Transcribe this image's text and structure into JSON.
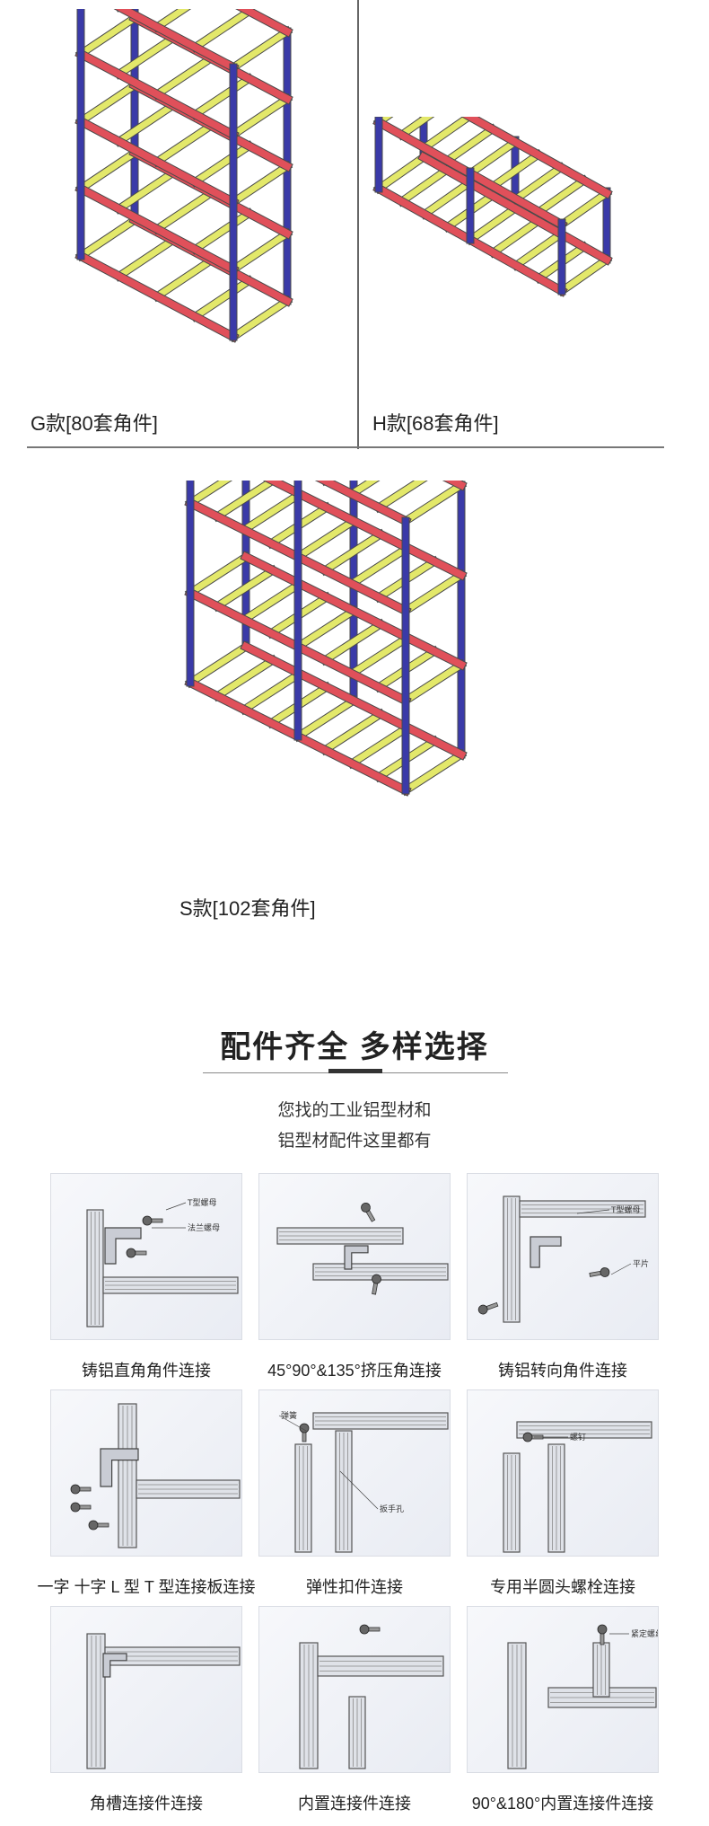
{
  "shelves": {
    "g": {
      "caption": "G款[80套角件]"
    },
    "h": {
      "caption": "H款[68套角件]"
    },
    "s": {
      "caption": "S款[102套角件]"
    }
  },
  "section": {
    "title": "配件齐全  多样选择",
    "subtitle_line1": "您找的工业铝型材和",
    "subtitle_line2": "铝型材配件这里都有"
  },
  "connectors": [
    {
      "label": "铸铝直角角件连接",
      "callouts": [
        "T型螺母",
        "法兰螺母"
      ]
    },
    {
      "label": "45°90°&135°挤压角连接",
      "callouts": []
    },
    {
      "label": "铸铝转向角件连接",
      "callouts": [
        "T型螺母",
        "平片"
      ]
    },
    {
      "label": "一字 十字 L 型 T 型连接板连接",
      "callouts": []
    },
    {
      "label": "弹性扣件连接",
      "callouts": [
        "弹簧",
        "扳手孔"
      ]
    },
    {
      "label": "专用半圆头螺栓连接",
      "callouts": [
        "螺钉"
      ]
    },
    {
      "label": "角槽连接件连接",
      "callouts": []
    },
    {
      "label": "内置连接件连接",
      "callouts": []
    },
    {
      "label": "90°&180°内置连接件连接",
      "callouts": [
        "紧定螺丝"
      ]
    }
  ],
  "colors": {
    "post": "#3a3aa8",
    "beam": "#e0505a",
    "cross": "#e3e86a",
    "frame_stroke": "#555555"
  }
}
